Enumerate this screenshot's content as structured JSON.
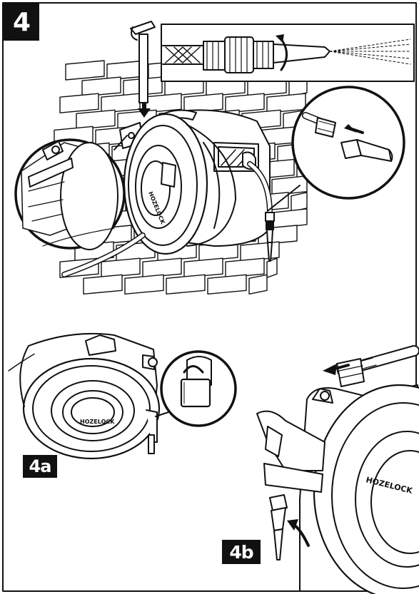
{
  "labels": {
    "step": "4",
    "sub_a": "4a",
    "sub_b": "4b"
  },
  "brand": {
    "main_reel": "HOZELOCK",
    "reel_4a": "HOZELOCK",
    "reel_4b": "HOZELOCK"
  },
  "colors": {
    "ink": "#111111",
    "paper": "#ffffff"
  }
}
